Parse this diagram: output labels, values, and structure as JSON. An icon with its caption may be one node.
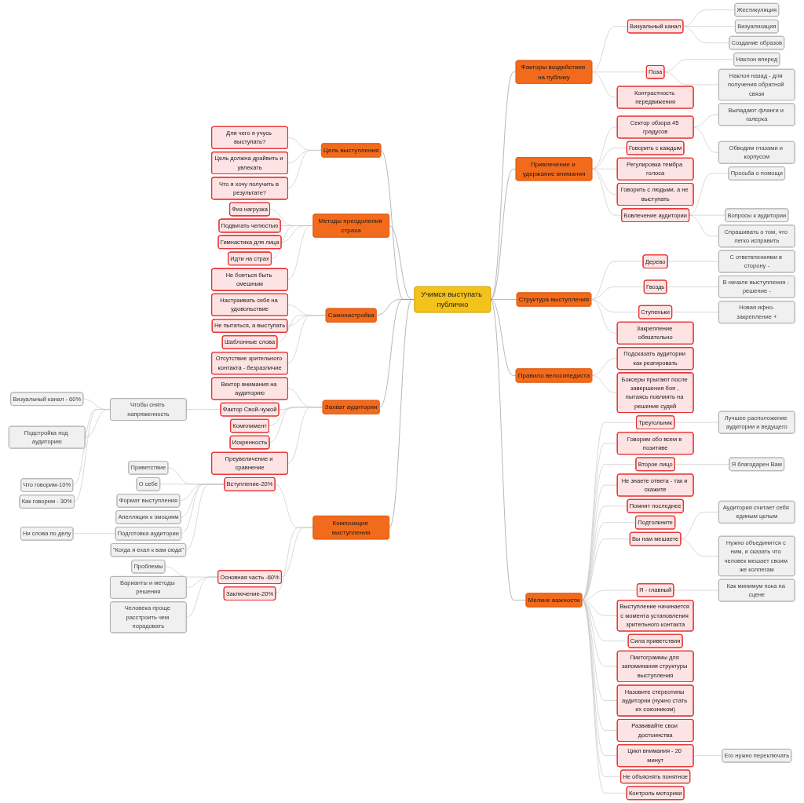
{
  "diagram": {
    "nodes": [
      {
        "text": [
          "Учимся выступать публично"
        ]
      },
      {
        "text": [
          "Факторы воздействия на публику"
        ]
      },
      {
        "text": [
          "Визуальный канал"
        ]
      },
      {
        "text": [
          "Жестикуляция"
        ]
      },
      {
        "text": [
          "Визуализация"
        ]
      },
      {
        "text": [
          "Создание образов"
        ]
      },
      {
        "text": [
          "Поза"
        ]
      },
      {
        "text": [
          "Наклон вперед"
        ]
      },
      {
        "text": [
          "Наклон назад - для получения обратной связи"
        ]
      },
      {
        "text": [
          "Контрастность передвижения"
        ]
      },
      {
        "text": [
          "Привлечение и удержание внимания"
        ]
      },
      {
        "text": [
          "Сектор обзора 45 градусов"
        ]
      },
      {
        "text": [
          "Выпадают фланги и галерка"
        ]
      },
      {
        "text": [
          "Обводим глазами и корпусом"
        ]
      },
      {
        "text": [
          "Говорить с каждым"
        ]
      },
      {
        "text": [
          "Регулировка тембра голоса"
        ]
      },
      {
        "text": [
          "Говорить с людьми, а не выступать"
        ]
      },
      {
        "text": [
          "Вовлечение аудитории"
        ]
      },
      {
        "text": [
          "Просьба о помощи"
        ]
      },
      {
        "text": [
          "Вопросы к аудитории"
        ]
      },
      {
        "text": [
          "Спрашивать о том, что легко исправить"
        ]
      },
      {
        "text": [
          "Структура выступления"
        ]
      },
      {
        "text": [
          "Дерево"
        ]
      },
      {
        "text": [
          "С ответвлениями в сторону -"
        ]
      },
      {
        "text": [
          "Гвоздь"
        ]
      },
      {
        "text": [
          "В начале выступления - решение -"
        ]
      },
      {
        "text": [
          "Ступеньки"
        ]
      },
      {
        "text": [
          "Новая ифно-закрепление +"
        ]
      },
      {
        "text": [
          "Закрепление обязательно"
        ]
      },
      {
        "text": [
          "Правило велосипедиста"
        ]
      },
      {
        "text": [
          "Подсказать аудитории как реагировать"
        ]
      },
      {
        "text": [
          "Боксеры прыгают после завершения боя , пытаясь повлиять на решение судей"
        ]
      },
      {
        "text": [
          "Мелкие важности"
        ]
      },
      {
        "text": [
          "Треугольник"
        ]
      },
      {
        "text": [
          "Лучшее расположение аудитории и ведущего"
        ]
      },
      {
        "text": [
          "Говорим обо всем в позитиве"
        ]
      },
      {
        "text": [
          "Второе лицо"
        ]
      },
      {
        "text": [
          "Я благодарен Вам"
        ]
      },
      {
        "text": [
          "Не знаете ответа - так и скажите"
        ]
      },
      {
        "text": [
          "Помнят последнее"
        ]
      },
      {
        "text": [
          "Подтолкните"
        ]
      },
      {
        "text": [
          "Вы нам мешаете"
        ]
      },
      {
        "text": [
          "Аудитория считает себя единым целым"
        ]
      },
      {
        "text": [
          "Нужно объединится с ним, и сказать что человек мешает своим же коллегам"
        ]
      },
      {
        "text": [
          "Я - главный"
        ]
      },
      {
        "text": [
          "Как минимум пока на сцене"
        ]
      },
      {
        "text": [
          "Выступление начинается с момента установления зрительного контакта"
        ]
      },
      {
        "text": [
          "Сила приветствия"
        ]
      },
      {
        "text": [
          "Пиктограммы для запоминания структуры выступления"
        ]
      },
      {
        "text": [
          "Назовите стереотипы аудитории (нужно стать их союзником)"
        ]
      },
      {
        "text": [
          "Развивайте свои достоинства"
        ]
      },
      {
        "text": [
          "Цикл внимания - 20 минут"
        ]
      },
      {
        "text": [
          "Его нужно переключать"
        ]
      },
      {
        "text": [
          "Не объяснять понятное"
        ]
      },
      {
        "text": [
          "Контроль моторики"
        ]
      },
      {
        "text": [
          "Цель выступления"
        ]
      },
      {
        "text": [
          "Для чего я учусь выступать?"
        ]
      },
      {
        "text": [
          "Цель должна драйвить и увлекать"
        ]
      },
      {
        "text": [
          "Что я хочу получить в результате?"
        ]
      },
      {
        "text": [
          "Методы преодоления страха"
        ]
      },
      {
        "text": [
          "Физ нагрузка"
        ]
      },
      {
        "text": [
          "Подвигать челюстью"
        ]
      },
      {
        "text": [
          "Гимнастика для лица"
        ]
      },
      {
        "text": [
          "Идти на страх"
        ]
      },
      {
        "text": [
          "Не бояться быть смешным"
        ]
      },
      {
        "text": [
          "Самонастройка"
        ]
      },
      {
        "text": [
          "Настраивать себя на удовольствие"
        ]
      },
      {
        "text": [
          "Не пытаться, а выступать"
        ]
      },
      {
        "text": [
          "Шаблонные слова"
        ]
      },
      {
        "text": [
          "Отсутствие зрительного контакта - безразличие"
        ]
      },
      {
        "text": [
          "Захват аудитории"
        ]
      },
      {
        "text": [
          "Вектор внимания на аудиторию"
        ]
      },
      {
        "text": [
          "Фактор Свой-чужой"
        ]
      },
      {
        "text": [
          "Чтобы снять напряженность"
        ]
      },
      {
        "text": [
          "Визуальный канал - 60%"
        ]
      },
      {
        "text": [
          "Подстройка под аудиторию"
        ]
      },
      {
        "text": [
          "Что говорим-10%"
        ]
      },
      {
        "text": [
          "Как говорим - 30%"
        ]
      },
      {
        "text": [
          "Комплимент"
        ]
      },
      {
        "text": [
          "Искренность"
        ]
      },
      {
        "text": [
          "Преувеличение и сравнение"
        ]
      },
      {
        "text": [
          "Композиция выступления"
        ]
      },
      {
        "text": [
          "Вступление-20%"
        ]
      },
      {
        "text": [
          "Приветствие"
        ]
      },
      {
        "text": [
          "О себе"
        ]
      },
      {
        "text": [
          "Формат выступления"
        ]
      },
      {
        "text": [
          "Апелляция к эмоциям"
        ]
      },
      {
        "text": [
          "Подготовка аудитории"
        ]
      },
      {
        "text": [
          "Ни слова по делу"
        ]
      },
      {
        "text": [
          "\"Когда я ехал к вам сюда\""
        ]
      },
      {
        "text": [
          "Основная часть -60%"
        ]
      },
      {
        "text": [
          "Проблемы"
        ]
      },
      {
        "text": [
          "Варианты и методы решения"
        ]
      },
      {
        "text": [
          "Человека проще расстроить чем порадовать"
        ]
      },
      {
        "text": [
          "Заключение-20%"
        ]
      }
    ],
    "edges": [
      {
        "from": 0,
        "to": 1,
        "arrow": "none"
      },
      {
        "from": 1,
        "to": 2,
        "arrow": "none"
      },
      {
        "from": 2,
        "to": 3,
        "arrow": "none"
      },
      {
        "from": 2,
        "to": 4,
        "arrow": "none"
      },
      {
        "from": 2,
        "to": 5,
        "arrow": "none"
      },
      {
        "from": 1,
        "to": 6,
        "arrow": "none"
      },
      {
        "from": 6,
        "to": 7,
        "arrow": "none"
      },
      {
        "from": 6,
        "to": 8,
        "arrow": "none"
      },
      {
        "from": 1,
        "to": 9,
        "arrow": "none"
      },
      {
        "from": 0,
        "to": 10,
        "arrow": "none"
      },
      {
        "from": 10,
        "to": 11,
        "arrow": "none"
      },
      {
        "from": 11,
        "to": 12,
        "arrow": "none"
      },
      {
        "from": 11,
        "to": 13,
        "arrow": "none"
      },
      {
        "from": 10,
        "to": 14,
        "arrow": "none"
      },
      {
        "from": 10,
        "to": 15,
        "arrow": "none"
      },
      {
        "from": 10,
        "to": 16,
        "arrow": "none"
      },
      {
        "from": 10,
        "to": 17,
        "arrow": "none"
      },
      {
        "from": 17,
        "to": 18,
        "arrow": "none"
      },
      {
        "from": 17,
        "to": 19,
        "arrow": "none"
      },
      {
        "from": 17,
        "to": 20,
        "arrow": "none"
      },
      {
        "from": 0,
        "to": 21,
        "arrow": "none"
      },
      {
        "from": 21,
        "to": 22,
        "arrow": "none"
      },
      {
        "from": 22,
        "to": 23,
        "arrow": "none"
      },
      {
        "from": 21,
        "to": 24,
        "arrow": "none"
      },
      {
        "from": 24,
        "to": 25,
        "arrow": "none"
      },
      {
        "from": 21,
        "to": 26,
        "arrow": "none"
      },
      {
        "from": 26,
        "to": 27,
        "arrow": "none"
      },
      {
        "from": 21,
        "to": 28,
        "arrow": "none"
      },
      {
        "from": 0,
        "to": 29,
        "arrow": "none"
      },
      {
        "from": 29,
        "to": 30,
        "arrow": "none"
      },
      {
        "from": 29,
        "to": 31,
        "arrow": "none"
      },
      {
        "from": 0,
        "to": 32,
        "arrow": "none"
      },
      {
        "from": 32,
        "to": 33,
        "arrow": "none"
      },
      {
        "from": 33,
        "to": 34,
        "arrow": "none"
      },
      {
        "from": 32,
        "to": 35,
        "arrow": "none"
      },
      {
        "from": 32,
        "to": 36,
        "arrow": "none"
      },
      {
        "from": 36,
        "to": 37,
        "arrow": "none"
      },
      {
        "from": 32,
        "to": 38,
        "arrow": "none"
      },
      {
        "from": 32,
        "to": 39,
        "arrow": "none"
      },
      {
        "from": 32,
        "to": 40,
        "arrow": "none"
      },
      {
        "from": 32,
        "to": 41,
        "arrow": "none"
      },
      {
        "from": 41,
        "to": 42,
        "arrow": "none"
      },
      {
        "from": 41,
        "to": 43,
        "arrow": "none"
      },
      {
        "from": 32,
        "to": 44,
        "arrow": "none"
      },
      {
        "from": 44,
        "to": 45,
        "arrow": "none"
      },
      {
        "from": 32,
        "to": 46,
        "arrow": "none"
      },
      {
        "from": 32,
        "to": 47,
        "arrow": "none"
      },
      {
        "from": 32,
        "to": 48,
        "arrow": "none"
      },
      {
        "from": 32,
        "to": 49,
        "arrow": "none"
      },
      {
        "from": 32,
        "to": 50,
        "arrow": "none"
      },
      {
        "from": 32,
        "to": 51,
        "arrow": "none"
      },
      {
        "from": 51,
        "to": 52,
        "arrow": "none"
      },
      {
        "from": 32,
        "to": 53,
        "arrow": "none"
      },
      {
        "from": 32,
        "to": 54,
        "arrow": "none"
      },
      {
        "from": 55,
        "to": 0,
        "arrow": "none"
      },
      {
        "from": 56,
        "to": 55,
        "arrow": "none"
      },
      {
        "from": 57,
        "to": 55,
        "arrow": "none"
      },
      {
        "from": 58,
        "to": 55,
        "arrow": "none"
      },
      {
        "from": 59,
        "to": 0,
        "arrow": "none"
      },
      {
        "from": 60,
        "to": 59,
        "arrow": "none"
      },
      {
        "from": 61,
        "to": 59,
        "arrow": "none"
      },
      {
        "from": 62,
        "to": 59,
        "arrow": "none"
      },
      {
        "from": 63,
        "to": 59,
        "arrow": "none"
      },
      {
        "from": 64,
        "to": 59,
        "arrow": "none"
      },
      {
        "from": 65,
        "to": 0,
        "arrow": "none"
      },
      {
        "from": 66,
        "to": 65,
        "arrow": "none"
      },
      {
        "from": 67,
        "to": 65,
        "arrow": "none"
      },
      {
        "from": 68,
        "to": 65,
        "arrow": "none"
      },
      {
        "from": 69,
        "to": 65,
        "arrow": "none"
      },
      {
        "from": 70,
        "to": 0,
        "arrow": "none"
      },
      {
        "from": 71,
        "to": 70,
        "arrow": "none"
      },
      {
        "from": 72,
        "to": 70,
        "arrow": "none"
      },
      {
        "from": 73,
        "to": 72,
        "arrow": "none"
      },
      {
        "from": 74,
        "to": 73,
        "arrow": "none"
      },
      {
        "from": 75,
        "to": 73,
        "arrow": "none"
      },
      {
        "from": 76,
        "to": 73,
        "arrow": "none"
      },
      {
        "from": 77,
        "to": 73,
        "arrow": "none"
      },
      {
        "from": 78,
        "to": 70,
        "arrow": "none"
      },
      {
        "from": 79,
        "to": 70,
        "arrow": "none"
      },
      {
        "from": 80,
        "to": 70,
        "arrow": "none"
      },
      {
        "from": 81,
        "to": 0,
        "arrow": "none"
      },
      {
        "from": 82,
        "to": 81,
        "arrow": "none"
      },
      {
        "from": 83,
        "to": 82,
        "arrow": "none"
      },
      {
        "from": 84,
        "to": 82,
        "arrow": "none"
      },
      {
        "from": 85,
        "to": 82,
        "arrow": "none"
      },
      {
        "from": 86,
        "to": 82,
        "arrow": "none"
      },
      {
        "from": 87,
        "to": 82,
        "arrow": "none"
      },
      {
        "from": 88,
        "to": 87,
        "arrow": "none"
      },
      {
        "from": 89,
        "to": 82,
        "arrow": "none"
      },
      {
        "from": 90,
        "to": 81,
        "arrow": "none"
      },
      {
        "from": 91,
        "to": 90,
        "arrow": "none"
      },
      {
        "from": 92,
        "to": 90,
        "arrow": "none"
      },
      {
        "from": 93,
        "to": 90,
        "arrow": "none"
      },
      {
        "from": 94,
        "to": 81,
        "arrow": "none"
      }
    ]
  }
}
